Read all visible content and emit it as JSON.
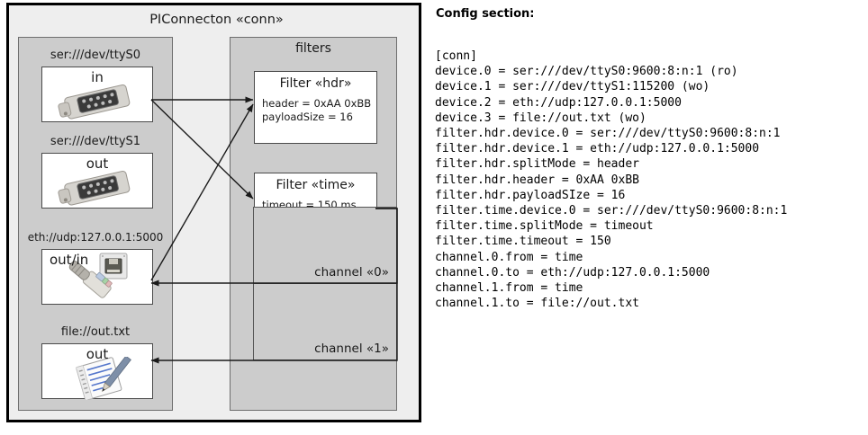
{
  "diagram": {
    "outer": {
      "title": "PIConnecton «conn»"
    },
    "devices_panel": {
      "title": "",
      "items": [
        {
          "label": "ser:///dev/ttyS0",
          "direction": "in",
          "icon": "serial-port-icon"
        },
        {
          "label": "ser:///dev/ttyS1",
          "direction": "out",
          "icon": "serial-port-icon"
        },
        {
          "label": "eth://udp:127.0.0.1:5000",
          "direction": "out/in",
          "icon": "ethernet-jack-icon"
        },
        {
          "label": "file://out.txt",
          "direction": "out",
          "icon": "text-file-icon"
        }
      ]
    },
    "filters_panel": {
      "title": "filters",
      "items": [
        {
          "title": "Filter «hdr»",
          "props": [
            "header = 0xAA 0xBB",
            "payloadSize = 16"
          ]
        },
        {
          "title": "Filter «time»",
          "props": [
            "timeout = 150 ms"
          ]
        }
      ]
    },
    "channels": [
      {
        "label": "channel «0»"
      },
      {
        "label": "channel «1»"
      }
    ]
  },
  "config": {
    "heading": "Config section:",
    "lines": [
      "[conn]",
      "device.0 = ser:///dev/ttyS0:9600:8:n:1 (ro)",
      "device.1 = ser:///dev/ttyS1:115200 (wo)",
      "device.2 = eth://udp:127.0.0.1:5000",
      "device.3 = file://out.txt (wo)",
      "filter.hdr.device.0 = ser:///dev/ttyS0:9600:8:n:1",
      "filter.hdr.device.1 = eth://udp:127.0.0.1:5000",
      "filter.hdr.splitMode = header",
      "filter.hdr.header = 0xAA 0xBB",
      "filter.hdr.payloadSIze = 16",
      "filter.time.device.0 = ser:///dev/ttyS0:9600:8:n:1",
      "filter.time.splitMode = timeout",
      "filter.time.timeout = 150",
      "channel.0.from = time",
      "channel.0.to = eth://udp:127.0.0.1:5000",
      "channel.1.from = time",
      "channel.1.to = file://out.txt"
    ]
  },
  "colors": {
    "page_bg": "#ffffff",
    "outer_bg": "#eeeeee",
    "panel_bg": "#cccccc",
    "box_bg": "#ffffff",
    "border_dark": "#000000",
    "border_mid": "#6e6e6e",
    "text": "#1a1a1a"
  }
}
